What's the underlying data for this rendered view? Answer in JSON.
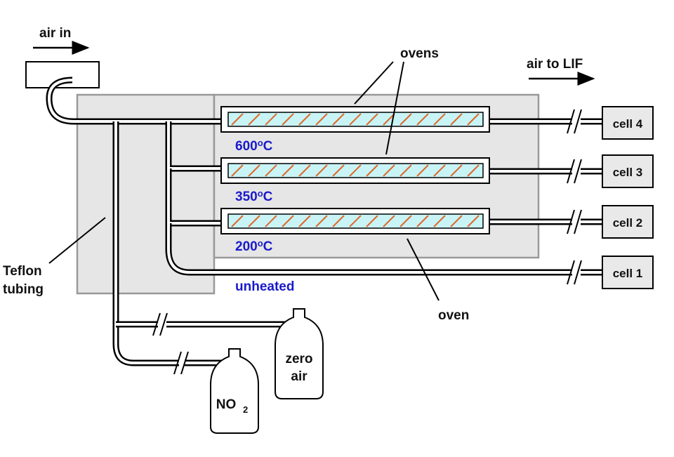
{
  "labels": {
    "air_in": "air in",
    "air_to_lif": "air to LIF",
    "ovens": "ovens",
    "oven": "oven",
    "teflon_line1": "Teflon",
    "teflon_line2": "tubing",
    "zero_air_line1": "zero",
    "zero_air_line2": "air",
    "no2_main": "NO",
    "no2_sub": "2"
  },
  "temperatures": [
    {
      "value": "600",
      "degree": "o",
      "unit": "C"
    },
    {
      "value": "350",
      "degree": "o",
      "unit": "C"
    },
    {
      "value": "200",
      "degree": "o",
      "unit": "C"
    },
    {
      "value": "unheated",
      "degree": "",
      "unit": ""
    }
  ],
  "cells": [
    "cell 4",
    "cell 3",
    "cell 2",
    "cell 1"
  ],
  "colors": {
    "temperature_text": "#1a1acc",
    "oven_fill": "#c8f4f6",
    "oven_hatch": "#e0692a",
    "enclosure": "#e6e6e6",
    "cell_fill": "#e9e9e9"
  }
}
